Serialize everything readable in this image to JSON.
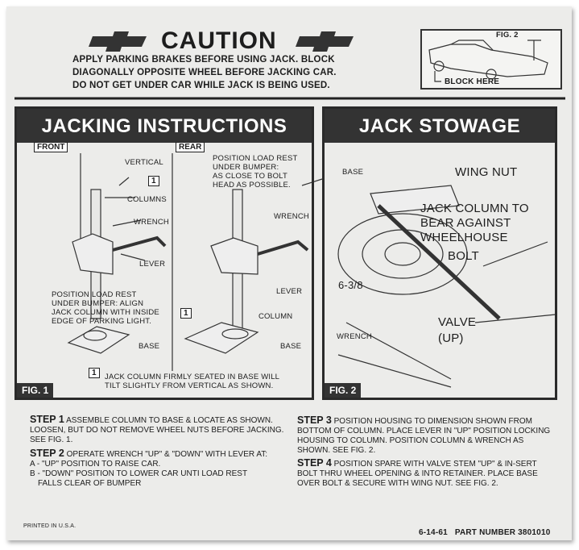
{
  "header": {
    "title": "CAUTION",
    "warning_lines": [
      "APPLY PARKING BRAKES BEFORE USING JACK. BLOCK",
      "DIAGONALLY OPPOSITE WHEEL BEFORE JACKING CAR.",
      "DO NOT GET UNDER CAR WHILE JACK IS BEING USED."
    ]
  },
  "inset": {
    "fig_label": "FIG. 2",
    "block_label": "BLOCK HERE"
  },
  "jacking": {
    "title": "JACKING INSTRUCTIONS",
    "front_tag": "FRONT",
    "rear_tag": "REAR",
    "fig_label": "FIG. 1",
    "front_labels": {
      "vertical": "VERTICAL",
      "columns": "COLUMNS",
      "wrench": "WRENCH",
      "lever": "LEVER",
      "base": "BASE",
      "note": [
        "POSITION LOAD REST",
        "UNDER BUMPER: ALIGN",
        "JACK COLUMN WITH INSIDE",
        "EDGE OF PARKING LIGHT."
      ]
    },
    "rear_labels": {
      "note": [
        "POSITION LOAD REST",
        "UNDER BUMPER:",
        "AS CLOSE TO BOLT",
        "HEAD AS POSSIBLE."
      ],
      "wrench": "WRENCH",
      "lever": "LEVER",
      "column": "COLUMN",
      "base": "BASE"
    },
    "marker": "1",
    "footnote": [
      "JACK COLUMN FIRMLY SEATED IN BASE WILL",
      "TILT SLIGHTLY FROM VERTICAL AS SHOWN."
    ]
  },
  "stowage": {
    "title": "JACK STOWAGE",
    "fig_label": "FIG. 2",
    "labels": {
      "base": "BASE",
      "wing_nut": "WING NUT",
      "column": [
        "JACK COLUMN TO",
        "BEAR AGAINST",
        "WHEELHOUSE"
      ],
      "bolt": "BOLT",
      "dimension": "6-3/8",
      "wrench": "WRENCH",
      "valve": "VALVE",
      "up": "(UP)"
    }
  },
  "steps": [
    {
      "label": "STEP 1",
      "text": "ASSEMBLE COLUMN TO BASE & LOCATE AS SHOWN. LOOSEN, BUT DO NOT REMOVE WHEEL NUTS BEFORE JACKING.  SEE FIG. 1."
    },
    {
      "label": "STEP 2",
      "text": "OPERATE WRENCH \"UP\" & \"DOWN\" WITH LEVER AT:",
      "sub": [
        "A - \"UP\" POSITION TO RAISE CAR.",
        "B - \"DOWN\" POSITION TO LOWER CAR UNTI LOAD REST",
        "FALLS CLEAR OF BUMPER"
      ]
    },
    {
      "label": "STEP 3",
      "text": "POSITION HOUSING TO DIMENSION SHOWN FROM BOTTOM OF COLUMN.  PLACE LEVER IN \"UP\" POSITION LOCKING HOUSING TO COLUMN.  POSITION COLUMN & WRENCH AS SHOWN.  SEE FIG. 2."
    },
    {
      "label": "STEP 4",
      "text": "POSITION SPARE WITH VALVE STEM \"UP\" & IN-SERT BOLT THRU WHEEL OPENING & INTO RETAINER. PLACE BASE OVER BOLT & SECURE WITH WING NUT. SEE FIG. 2."
    }
  ],
  "footer": {
    "printed": "PRINTED IN U.S.A.",
    "date": "6-14-61",
    "part": "PART NUMBER 3801010"
  }
}
